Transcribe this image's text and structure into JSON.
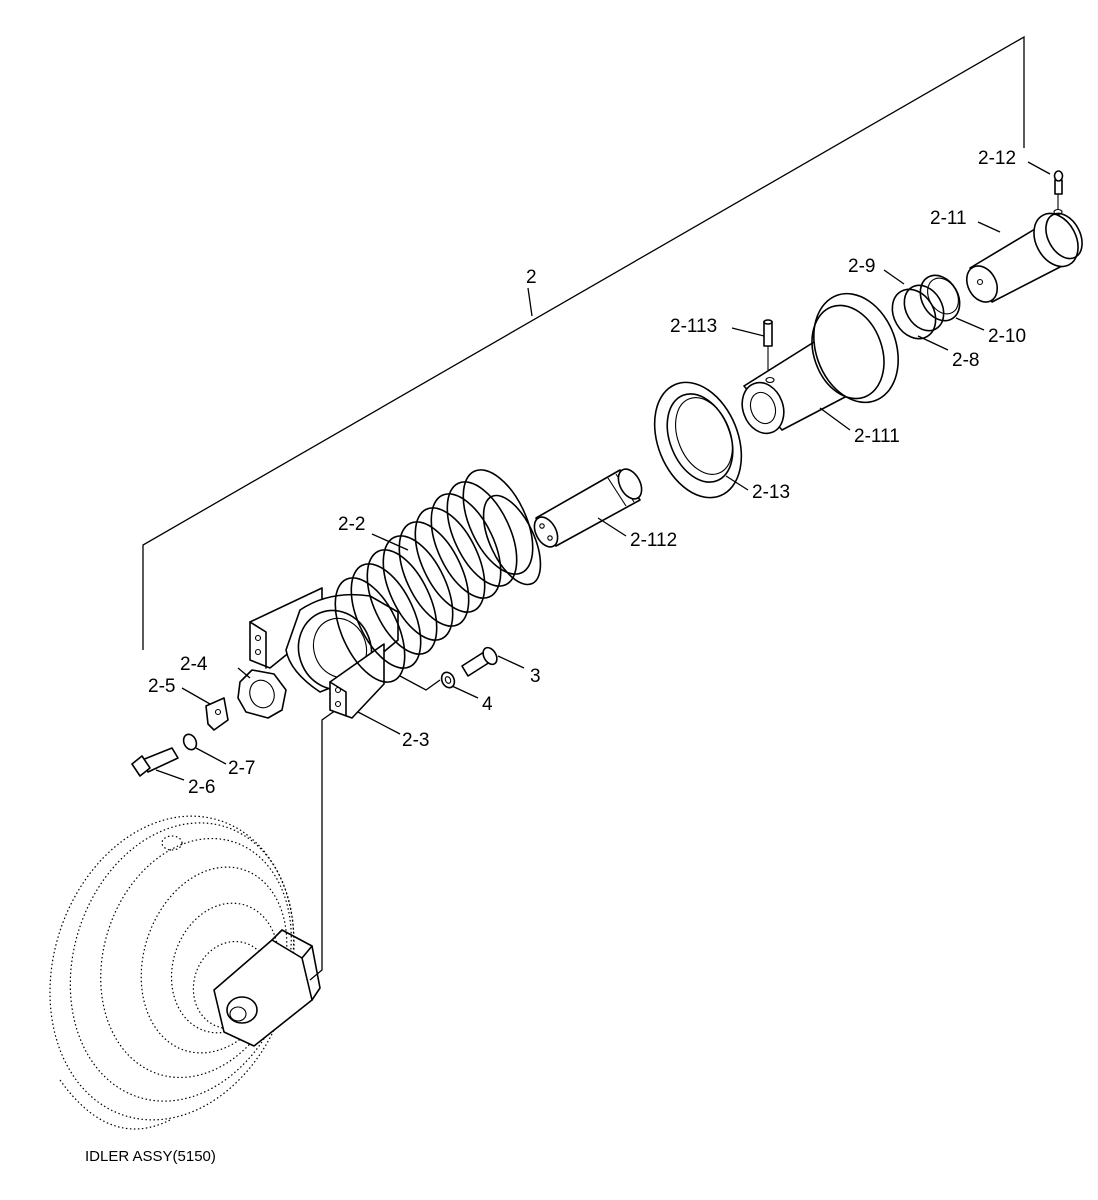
{
  "caption": "IDLER ASSY(5150)",
  "callouts": {
    "c_2": "2",
    "c_2_2": "2-2",
    "c_2_3": "2-3",
    "c_2_4": "2-4",
    "c_2_5": "2-5",
    "c_2_6": "2-6",
    "c_2_7": "2-7",
    "c_2_8": "2-8",
    "c_2_9": "2-9",
    "c_2_10": "2-10",
    "c_2_11": "2-11",
    "c_2_12": "2-12",
    "c_2_13": "2-13",
    "c_2_111": "2-111",
    "c_2_112": "2-112",
    "c_2_113": "2-113",
    "c_3": "3",
    "c_4": "4"
  }
}
